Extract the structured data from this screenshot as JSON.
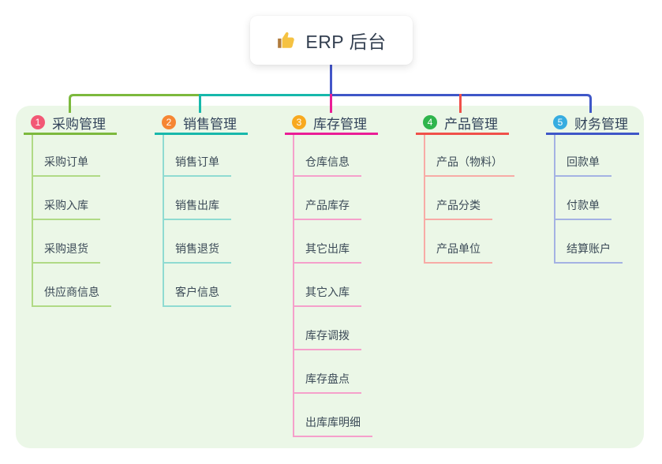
{
  "root": {
    "title": "ERP 后台",
    "icon": "thumbs-up-icon",
    "icon_color": "#f5c242",
    "icon_cuff_color": "#b07b3c",
    "line_color": "#4355c9"
  },
  "canvas": {
    "panel_color": "#ebf7e7",
    "card_color": "#ffffff",
    "header_text_color": "#32435a",
    "child_text_color": "#3b4a57"
  },
  "branches": [
    {
      "badge": "1",
      "label": "采购管理",
      "color": "#7cb93d",
      "light": "#b0da85",
      "badge_color": "#f25875",
      "children": [
        "采购订单",
        "采购入库",
        "采购退货",
        "供应商信息"
      ]
    },
    {
      "badge": "2",
      "label": "销售管理",
      "color": "#17b8ab",
      "light": "#8fdbd2",
      "badge_color": "#f68633",
      "children": [
        "销售订单",
        "销售出库",
        "销售退货",
        "客户信息"
      ]
    },
    {
      "badge": "3",
      "label": "库存管理",
      "color": "#ea1e96",
      "light": "#f5a0cb",
      "badge_color": "#f8a91f",
      "children": [
        "仓库信息",
        "产品库存",
        "其它出库",
        "其它入库",
        "库存调拨",
        "库存盘点",
        "出库库明细"
      ]
    },
    {
      "badge": "4",
      "label": "产品管理",
      "color": "#f0504a",
      "light": "#f8aba6",
      "badge_color": "#2fb54c",
      "children": [
        "产品（物料）",
        "产品分类",
        "产品单位"
      ]
    },
    {
      "badge": "5",
      "label": "财务管理",
      "color": "#3f57c8",
      "light": "#a4b2e3",
      "badge_color": "#36ace0",
      "children": [
        "回款单",
        "付款单",
        "结算账户"
      ]
    }
  ]
}
